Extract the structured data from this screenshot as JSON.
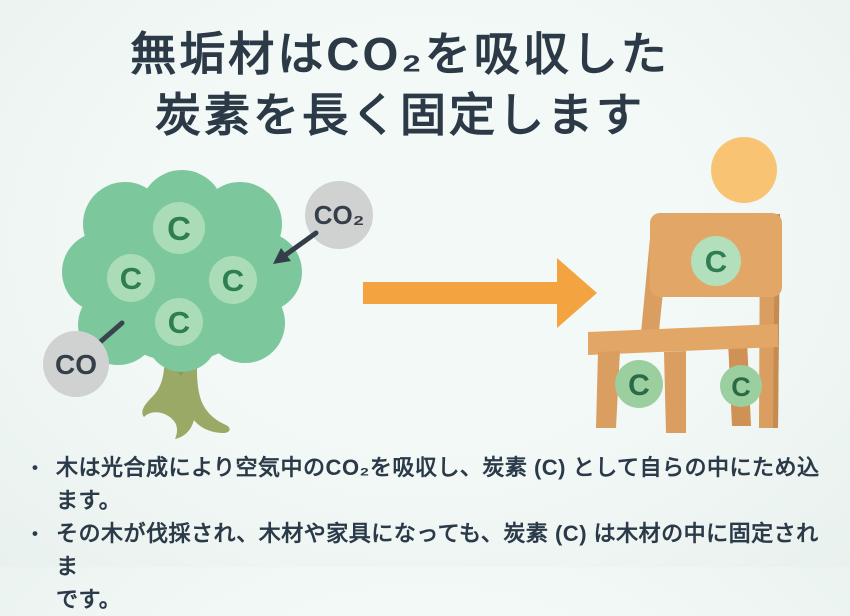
{
  "title": {
    "line1": "無垢材はCO₂を吸収した",
    "line2": "炭素を長く固定します"
  },
  "labels": {
    "carbon": "C",
    "co2": "CO₂",
    "co": "CO"
  },
  "bullets": [
    {
      "marker": "•",
      "line1": "木は光合成により空気中のCO₂を吸収し、炭素 (C) として自らの中にため込",
      "line2": "ます。"
    },
    {
      "marker": "•",
      "line1": "その木が伐採され、木材や家具になっても、炭素 (C) は木材の中に固定されま",
      "line2": "です。"
    }
  ],
  "colors": {
    "background": "#eef6f3",
    "title_text": "#2c3947",
    "body_text": "#2b3a49",
    "tree_canopy": "#7cc79c",
    "carbon_circle_light": "#abdcb8",
    "carbon_letter": "#2e7e52",
    "trunk": "#9aa966",
    "trunk_shadow": "#8a9a58",
    "gas_bubble_gray": "#d0d2d1",
    "gas_bubble_text": "#343f49",
    "orange_arrow": "#f3a441",
    "chair_wood": "#e2a766",
    "chair_wood_dark": "#d59b5c",
    "chair_wood_edge": "#c68b4e",
    "sun_orange": "#f8c474",
    "chair_carbon_circle": "#9ccf9f"
  }
}
